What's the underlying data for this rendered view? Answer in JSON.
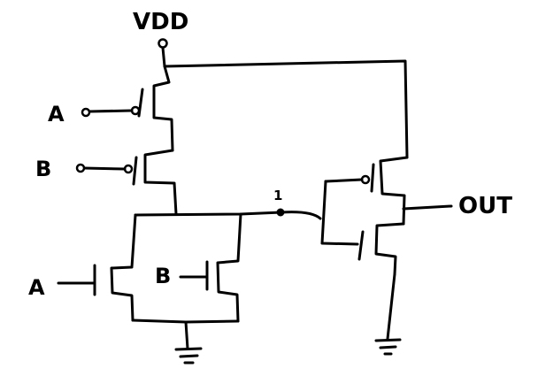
{
  "labels": {
    "supply": "VDD",
    "pmos_a_input": "A",
    "pmos_b_input": "B",
    "nmos_a_input": "A",
    "nmos_b_input": "B",
    "internal_node": "1",
    "output": "OUT"
  },
  "colors": {
    "ink": "#000000",
    "paper": "#ffffff"
  }
}
